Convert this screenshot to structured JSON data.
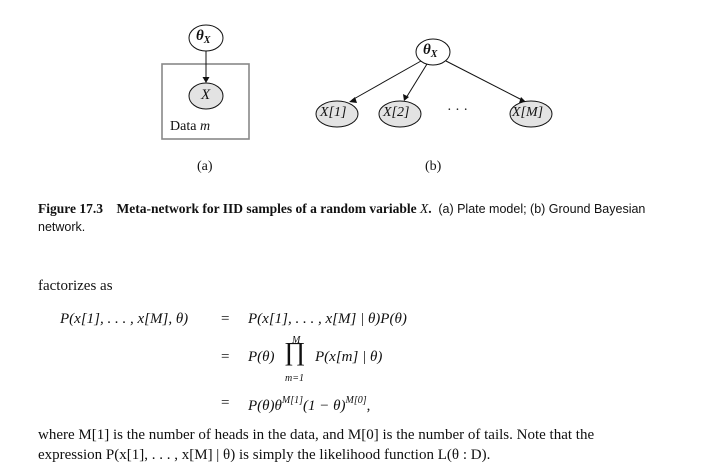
{
  "figure": {
    "a": {
      "theta_node": "θ",
      "theta_sub": "X",
      "x_node": "X",
      "plate_label_word": "Data",
      "plate_label_var": "m",
      "sub_label": "(a)"
    },
    "b": {
      "theta_node": "θ",
      "theta_sub": "X",
      "nodes": [
        "X[1]",
        "X[2]",
        "X[M]"
      ],
      "dots": "· · ·",
      "sub_label": "(b)"
    }
  },
  "caption": {
    "number": "Figure 17.3",
    "title_pre": "Meta-network for IID samples of a random variable",
    "title_var": "X",
    "title_end": ".",
    "body": "(a) Plate model; (b) Ground Bayesian network."
  },
  "text": {
    "factorizes": "factorizes as",
    "lhs": "P(x[1], . . . , x[M], θ)",
    "eq1_rhs": "P(x[1], . . . , x[M] | θ)P(θ)",
    "eq2_rhs_a": "P(θ)",
    "eq2_prod_top": "M",
    "eq2_prod_bottom": "m=1",
    "eq2_rhs_b": "P(x[m] | θ)",
    "eq3_rhs_a": "P(θ)θ",
    "eq3_sup1": "M[1]",
    "eq3_rhs_b": "(1 − θ)",
    "eq3_sup2": "M[0]",
    "eq3_rhs_c": ",",
    "equals": "=",
    "para_line1": "where M[1] is the number of heads in the data, and M[0] is the number of tails. Note that the",
    "para_line2": "expression P(x[1], . . . , x[M] | θ) is simply the likelihood function L(θ : D)."
  }
}
